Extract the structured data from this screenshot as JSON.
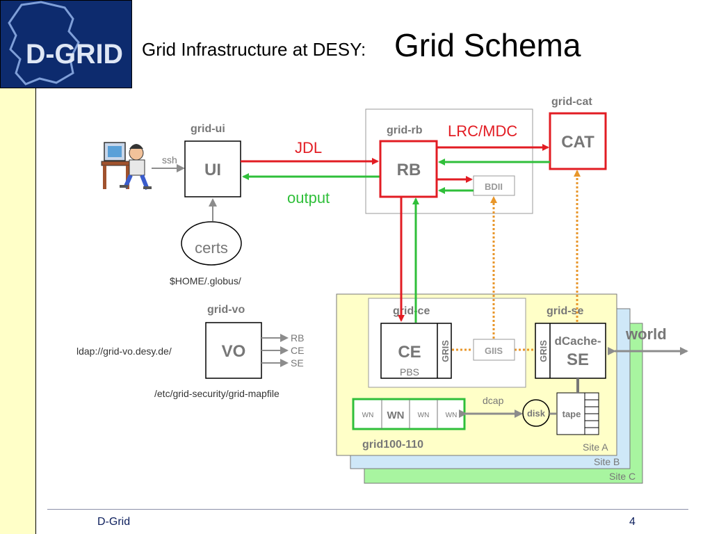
{
  "header": {
    "logo_text": "D-GRID",
    "title_small": "Grid Infrastructure at DESY:",
    "title_big": "Grid Schema"
  },
  "labels": {
    "grid_ui": "grid-ui",
    "grid_rb": "grid-rb",
    "grid_cat": "grid-cat",
    "grid_vo": "grid-vo",
    "grid_ce": "grid-ce",
    "grid_se": "grid-se",
    "ssh": "ssh",
    "ui": "UI",
    "jdl": "JDL",
    "output": "output",
    "rb": "RB",
    "lrc_mdc": "LRC/MDC",
    "cat": "CAT",
    "bdii": "BDII",
    "certs": "certs",
    "globus_path": "$HOME/.globus/",
    "vo": "VO",
    "ldap": "ldap://grid-vo.desy.de/",
    "vo_list": [
      "RB",
      "CE",
      "SE"
    ],
    "mapfile": "/etc/grid-security/grid-mapfile",
    "ce": "CE",
    "pbs": "PBS",
    "gris": "GRIS",
    "gris_middle": "GIIS",
    "dcache": "dCache-",
    "se": "SE",
    "world": "world",
    "wn_small": "WN",
    "wn_big": "WN",
    "dcap": "dcap",
    "disk": "disk",
    "tape": "tape",
    "grid100": "grid100-110",
    "site_a": "Site A",
    "site_b": "Site B",
    "site_c": "Site C"
  },
  "footer": {
    "left": "D-Grid",
    "right": "4"
  },
  "colors": {
    "red": "#e21c23",
    "green": "#2fbf3a",
    "orange": "#e8962a",
    "site_a": "#ffffc8",
    "site_b": "#cfe8f8",
    "site_c": "#a8f5a0",
    "logo_bg": "#0d2b6e"
  }
}
